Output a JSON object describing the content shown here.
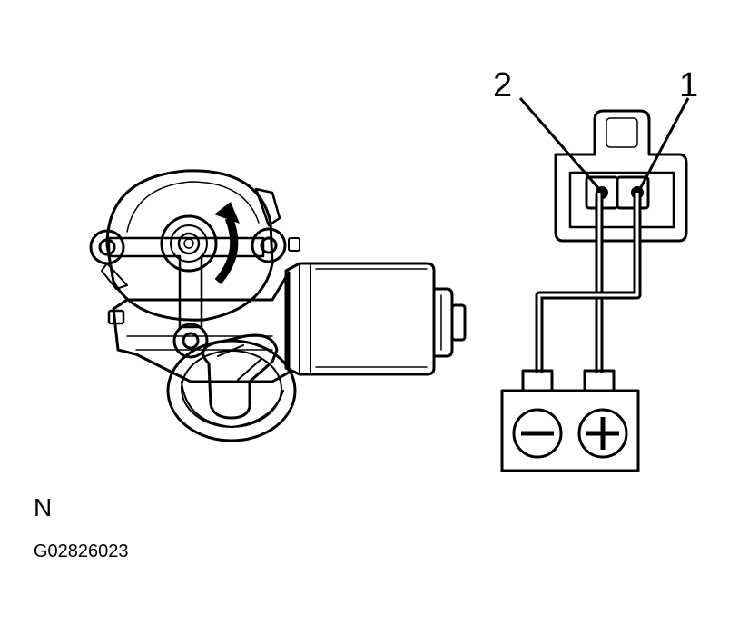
{
  "diagram": {
    "terminal_1_label": "1",
    "terminal_2_label": "2",
    "direction_label": "N",
    "figure_code": "G02826023",
    "battery_negative_symbol": "minus-icon",
    "battery_positive_symbol": "plus-icon",
    "rotation_arrow_icon": "curved-arrow-icon",
    "line_color": "#000000",
    "background_color": "#ffffff"
  }
}
